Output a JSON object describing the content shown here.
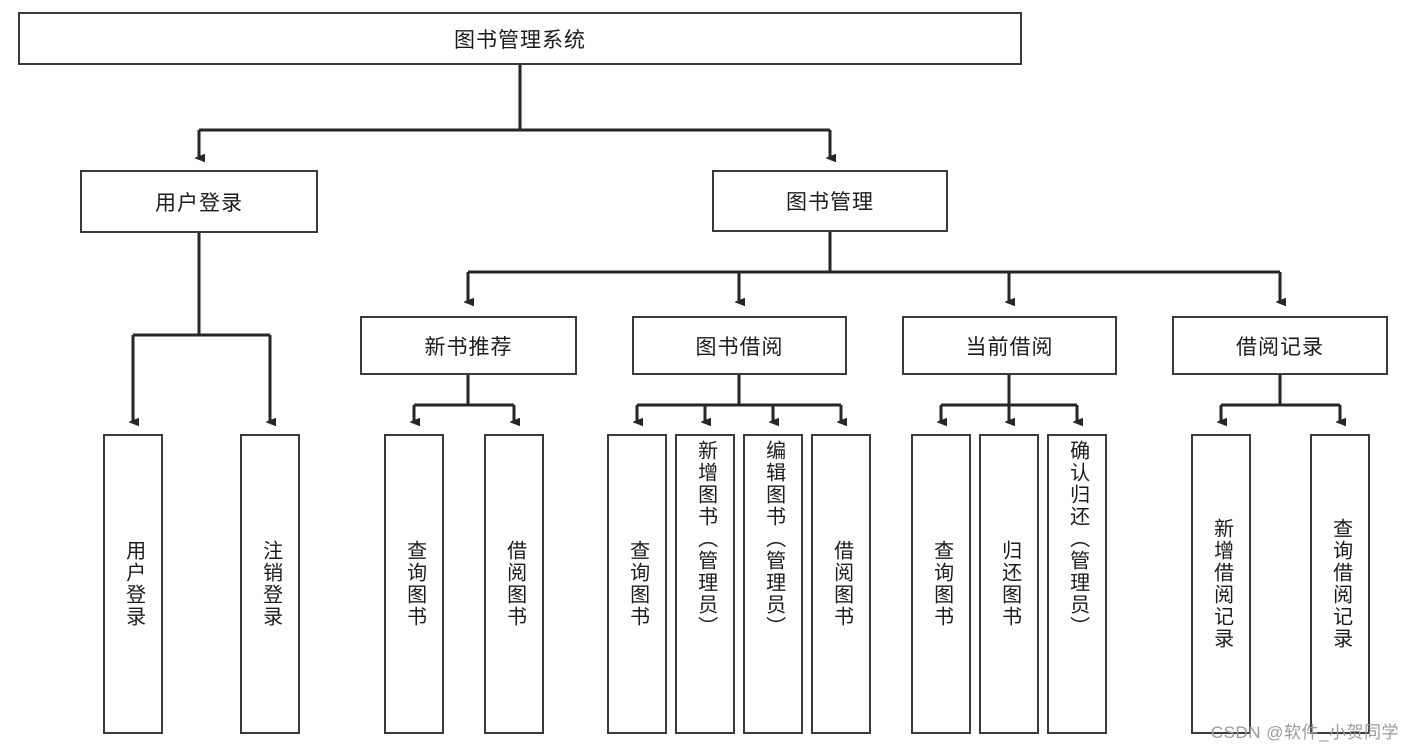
{
  "diagram": {
    "type": "tree",
    "title": "图书管理系统",
    "root": {
      "label": "图书管理系统"
    },
    "level2": [
      {
        "label": "用户登录"
      },
      {
        "label": "图书管理"
      }
    ],
    "level3": [
      {
        "label": "新书推荐"
      },
      {
        "label": "图书借阅"
      },
      {
        "label": "当前借阅"
      },
      {
        "label": "借阅记录"
      }
    ],
    "leaves": {
      "user_login": [
        {
          "label": "用户登录"
        },
        {
          "label": "注销登录"
        }
      ],
      "new_book": [
        {
          "label": "查询图书"
        },
        {
          "label": "借阅图书"
        }
      ],
      "borrow_book": [
        {
          "label": "查询图书"
        },
        {
          "label": "新增图书（管理员）"
        },
        {
          "label": "编辑图书（管理员）"
        },
        {
          "label": "借阅图书"
        }
      ],
      "current_borrow": [
        {
          "label": "查询图书"
        },
        {
          "label": "归还图书"
        },
        {
          "label": "确认归还（管理员）"
        }
      ],
      "borrow_record": [
        {
          "label": "新增借阅记录"
        },
        {
          "label": "查询借阅记录"
        }
      ]
    }
  },
  "watermark": {
    "text": "CSDN @软件_小贺同学"
  },
  "colors": {
    "stroke": "#3a3a3a",
    "wire": "#262626",
    "background": "#ffffff",
    "text": "#1b1b1b",
    "watermark": "#9a9a9a"
  }
}
